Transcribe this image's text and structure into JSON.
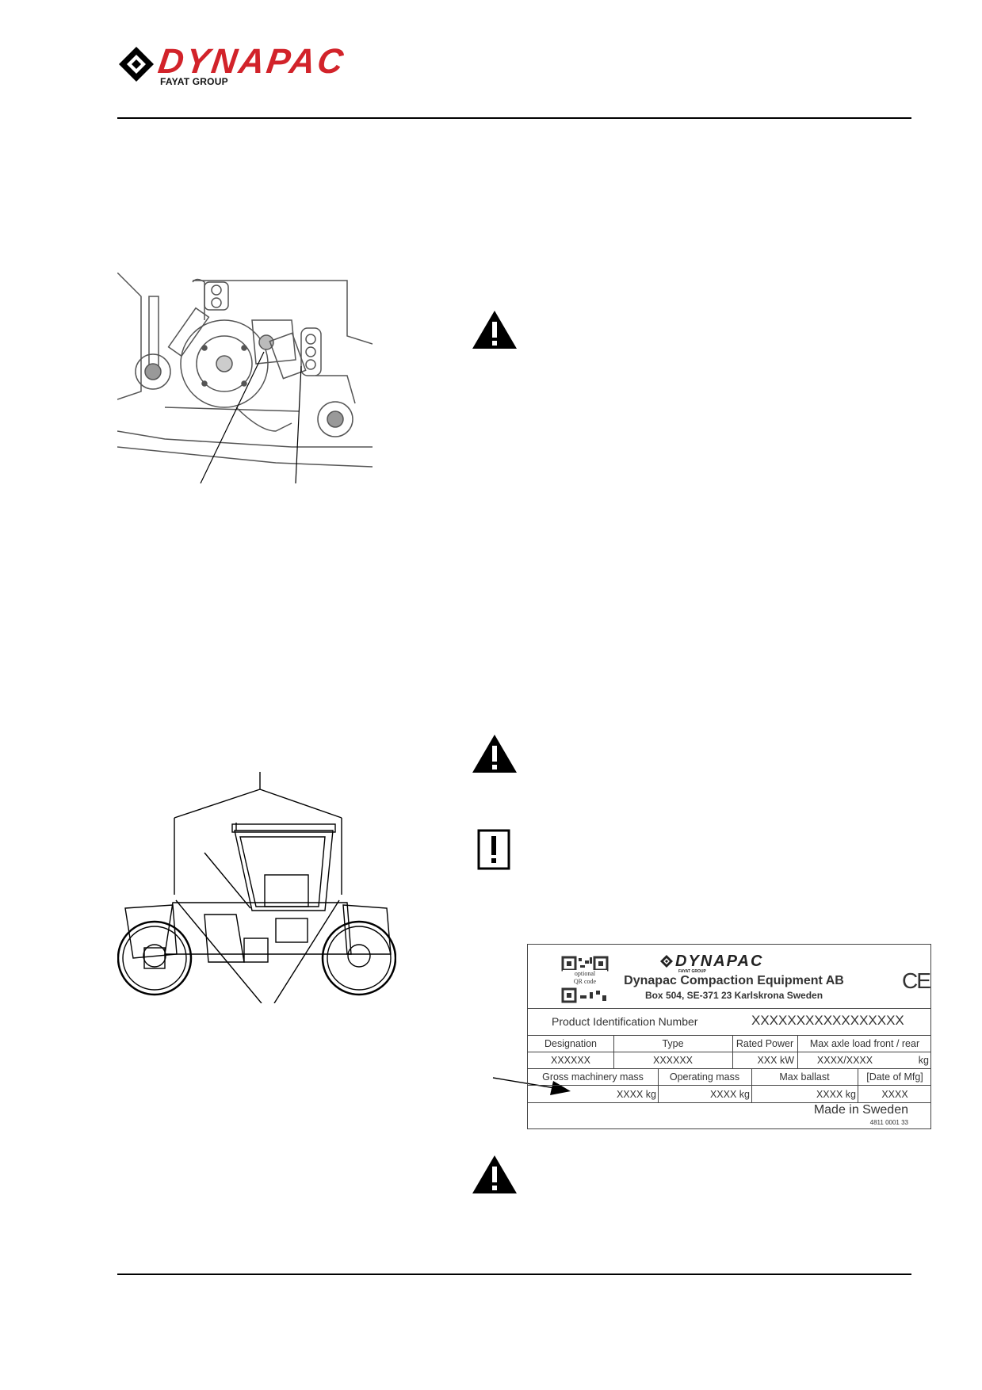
{
  "header": {
    "brand": "DYNAPAC",
    "brand_sub": "FAYAT GROUP",
    "brand_color": "#d2232a"
  },
  "icons": {
    "warning_1": "warning-triangle-icon",
    "warning_2": "warning-triangle-icon",
    "important": "exclamation-box-icon",
    "warning_3": "warning-triangle-icon"
  },
  "plate": {
    "qr_caption_1": "optional",
    "qr_caption_2": "QR code",
    "logo": "DYNAPAC",
    "logo_sub": "FAYAT GROUP",
    "company": "Dynapac Compaction Equipment AB",
    "address": "Box 504, SE-371 23 Karlskrona Sweden",
    "ce_mark": "CE",
    "pin_label": "Product Identification Number",
    "pin_value": "XXXXXXXXXXXXXXXXX",
    "row1_headers": [
      "Designation",
      "Type",
      "Rated Power",
      "Max axle load front / rear"
    ],
    "row1_values": [
      "XXXXXX",
      "XXXXXX",
      "XXX kW",
      "XXXX/XXXX",
      "kg"
    ],
    "row2_headers": [
      "Gross machinery mass",
      "Operating mass",
      "Max ballast",
      "[Date of Mfg]"
    ],
    "row2_values": [
      "XXXX kg",
      "XXXX kg",
      "XXXX kg",
      "XXXX"
    ],
    "made_in": "Made in Sweden",
    "part_no": "4811 0001 33"
  }
}
